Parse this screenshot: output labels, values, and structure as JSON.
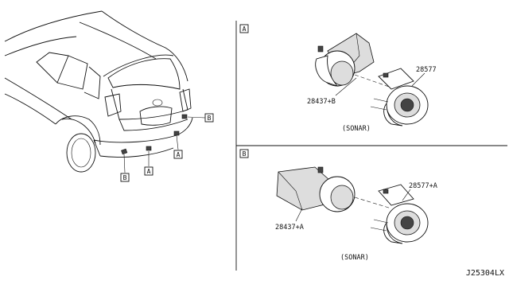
{
  "diagram": {
    "callouts": {
      "a1": "A",
      "a2": "A",
      "b1": "B",
      "b2": "B"
    },
    "panel_a": {
      "tag": "A",
      "part_bracket": "28437+B",
      "part_ring": "28577",
      "caption": "(SONAR)"
    },
    "panel_b": {
      "tag": "B",
      "part_bracket": "28437+A",
      "part_ring": "28577+A",
      "caption": "(SONAR)"
    },
    "diagram_code": "J25304LX"
  }
}
